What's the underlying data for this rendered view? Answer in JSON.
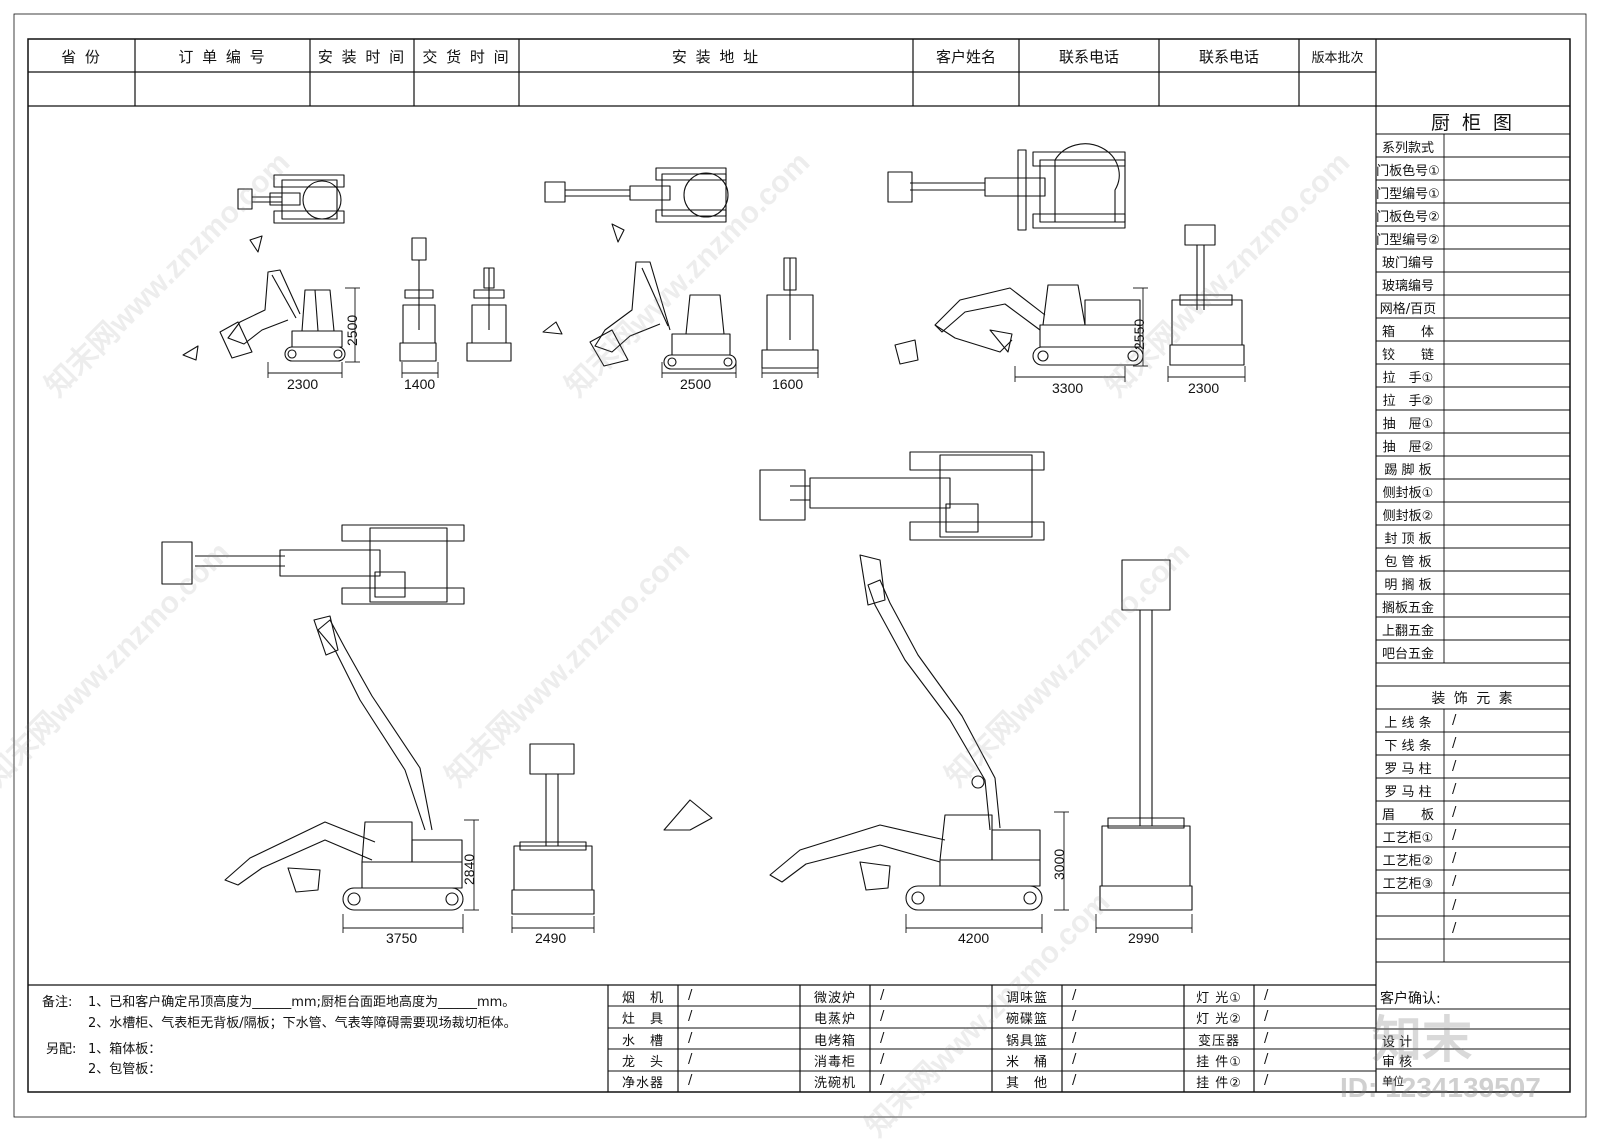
{
  "header": {
    "cols": [
      "省 份",
      "订 单 编 号",
      "安 装 时 间",
      "交 货 时 间",
      "安 装 地 址",
      "客户姓名",
      "联系电话",
      "联系电话",
      "版本批次"
    ]
  },
  "sidebar": {
    "title": "厨 柜 图",
    "items": [
      "系列款式",
      "门板色号①",
      "门型编号①",
      "门板色号②",
      "门型编号②",
      "玻门编号",
      "玻璃编号",
      "网格/百页",
      "箱　　体",
      "铰　　链",
      "拉　手①",
      "拉　手②",
      "抽　屉①",
      "抽　屉②",
      "踢 脚 板",
      "侧封板①",
      "侧封板②",
      "封 顶 板",
      "包 管 板",
      "明 搁 板",
      "搁板五金",
      "上翻五金",
      "吧台五金"
    ],
    "deco_title": "装 饰 元 素",
    "deco_items": [
      "上 线 条",
      "下 线 条",
      "罗 马 柱",
      "罗 马 柱",
      "眉　　板",
      "工艺柜①",
      "工艺柜②",
      "工艺柜③"
    ],
    "slash": "/",
    "confirm": [
      "客户确认:",
      "设 计",
      "审 核",
      "单位"
    ]
  },
  "notes": {
    "label1": "备注:",
    "line1": "1、已和客户确定吊顶高度为______mm;厨柜台面距地高度为______mm。",
    "line2": "2、水槽柜、气表柜无背板/隔板；下水管、气表等障碍需要现场裁切柜体。",
    "label2": "另配:",
    "line3": "1、箱体板：",
    "line4": "2、包管板："
  },
  "appliances": {
    "col1": [
      "烟　机",
      "灶　具",
      "水　槽",
      "龙　头",
      "净水器"
    ],
    "col2": [
      "微波炉",
      "电蒸炉",
      "电烤箱",
      "消毒柜",
      "洗碗机"
    ],
    "col3": [
      "调味篮",
      "碗碟篮",
      "锅具篮",
      "米　桶",
      "其　他"
    ],
    "col4": [
      "灯 光①",
      "灯 光②",
      "变压器",
      "挂 件①",
      "挂 件②"
    ],
    "slash": "/"
  },
  "dimensions": {
    "row1": [
      "2300",
      "1400",
      "2500",
      "1600",
      "3300",
      "2300"
    ],
    "row1_heights": [
      "2500",
      "2550"
    ],
    "row2": [
      "3750",
      "2490",
      "4200",
      "2990"
    ],
    "row2_heights": [
      "2840",
      "3000"
    ]
  },
  "watermark": {
    "text": "知末网www.znzmo.com",
    "logo": "知末",
    "id": "ID: 1234139507"
  }
}
